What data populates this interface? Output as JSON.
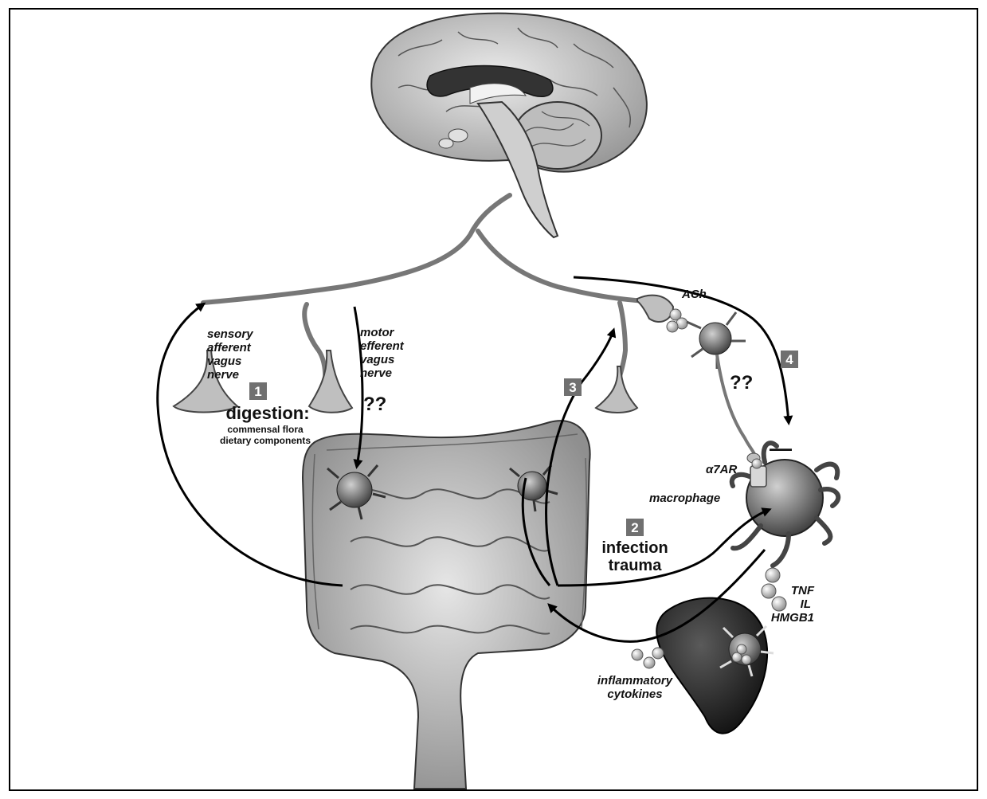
{
  "labels": {
    "sensory": [
      "sensory",
      "afferent",
      "vagus",
      "nerve"
    ],
    "motor": [
      "motor",
      "efferent",
      "vagus",
      "nerve"
    ],
    "q_motor": "??",
    "q_macro": "??",
    "digestion": "digestion:",
    "digestion_sub1": "commensal flora",
    "digestion_sub2": "dietary components",
    "infection": "infection",
    "trauma": "trauma",
    "ach": "ACh",
    "a7ar": "α7AR",
    "macrophage": "macrophage",
    "tnf": "TNF",
    "il": "IL",
    "hmgb1": "HMGB1",
    "inflammatory": "inflammatory",
    "cytokines": "cytokines",
    "inhibit": "—"
  },
  "steps": [
    "1",
    "2",
    "3",
    "4"
  ],
  "colors": {
    "nerve": "#7a7a7a",
    "arrow": "#000000",
    "badge": "#707070",
    "tissue": "#bdbdbd",
    "spleen": "#1e1e1e"
  }
}
